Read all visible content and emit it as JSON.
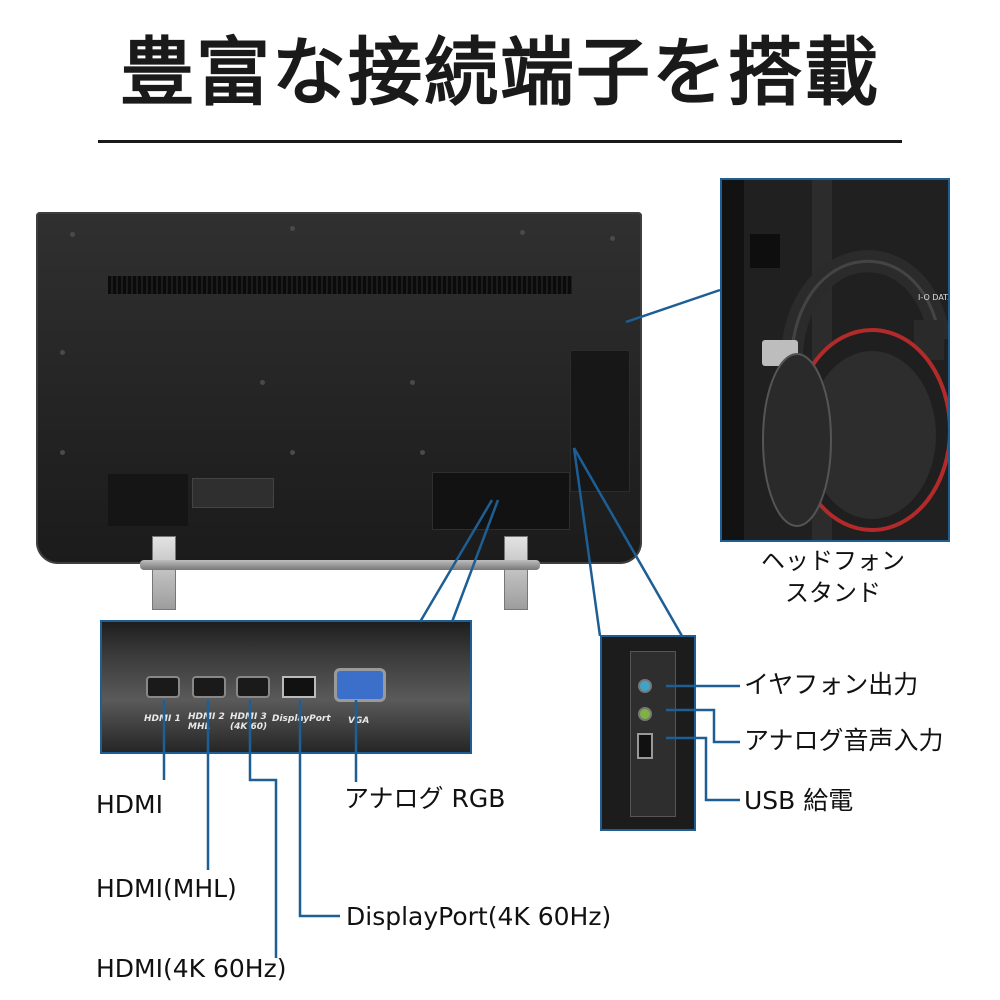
{
  "title": "豊富な接続端子を搭載",
  "headphone_stand_caption_line1": "ヘッドフォン",
  "headphone_stand_caption_line2": "スタンド",
  "port_labels": {
    "hdmi": "HDMI",
    "hdmi_mhl": "HDMI(MHL)",
    "hdmi_4k": "HDMI(4K 60Hz)",
    "displayport": "DisplayPort(4K 60Hz)",
    "analog_rgb": "アナログ RGB"
  },
  "side_labels": {
    "earphone_out": "イヤフォン出力",
    "analog_audio_in": "アナログ音声入力",
    "usb_power": "USB 給電"
  },
  "closeup_port_text": {
    "hdmi1": "HDMI 1",
    "hdmi2_line1": "HDMI 2",
    "hdmi2_line2": "MHL",
    "hdmi3_line1": "HDMI 3",
    "hdmi3_line2": "(4K 60)",
    "displayport": "DisplayPort",
    "vga": "VGA"
  },
  "brand_text": "I-O DATA",
  "colors": {
    "accent": "#1d5f95",
    "panel_dark": "#1a1a1a"
  }
}
